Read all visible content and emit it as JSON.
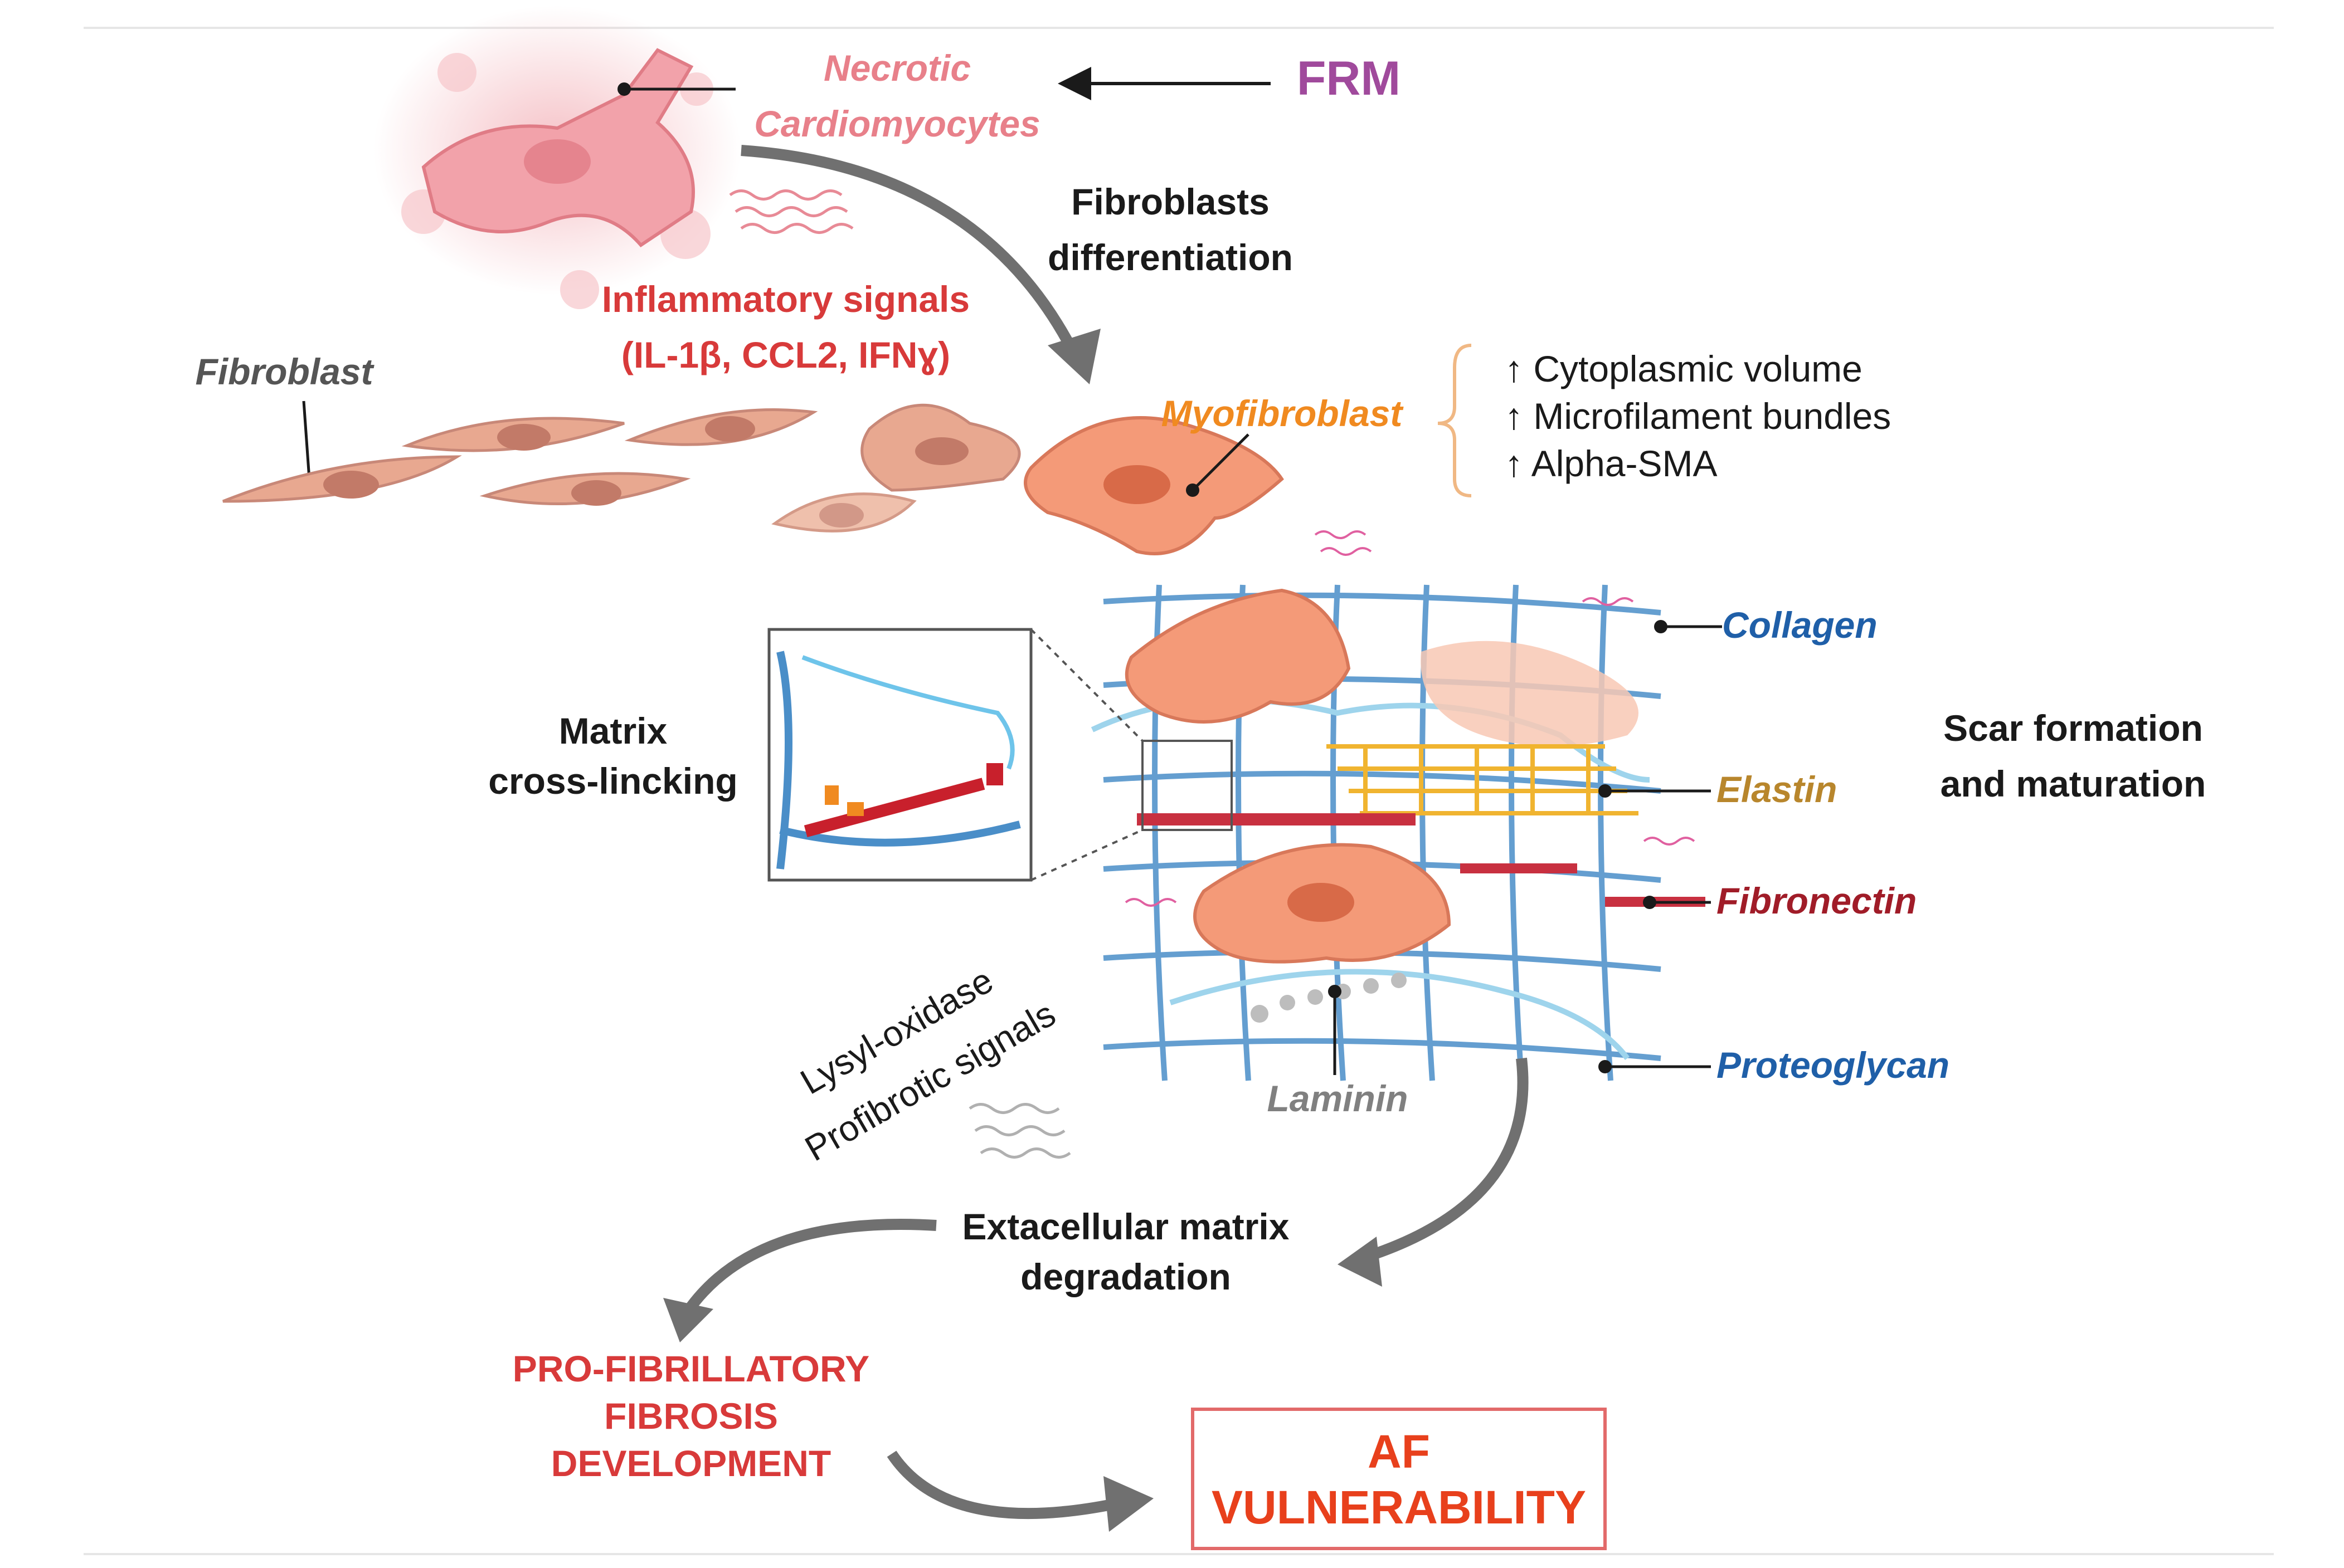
{
  "labels": {
    "frm": "FRM",
    "necrotic_line1": "Necrotic",
    "necrotic_line2": "Cardiomyocytes",
    "fibro_diff_line1": "Fibroblasts",
    "fibro_diff_line2": "differentiation",
    "inflam_line1": "Inflammatory signals",
    "inflam_line2": "(IL-1β, CCL2, IFNɣ)",
    "fibroblast": "Fibroblast",
    "myofibroblast": "Myofibroblast",
    "features": [
      "↑ Cytoplasmic volume",
      "↑ Microfilament bundles",
      "↑ Alpha-SMA"
    ],
    "matrix_cl_line1": "Matrix",
    "matrix_cl_line2": "cross-lincking",
    "scar_line1": "Scar formation",
    "scar_line2": "and maturation",
    "collagen": "Collagen",
    "elastin": "Elastin",
    "fibronectin": "Fibronectin",
    "proteoglycan": "Proteoglycan",
    "laminin": "Laminin",
    "lysyl_line1": "Lysyl-oxidase",
    "lysyl_line2": "Profibrotic signals",
    "ecm_line1": "Extacellular matrix",
    "ecm_line2": "degradation",
    "profib_line1": "PRO-FIBRILLATORY",
    "profib_line2": "FIBROSIS",
    "profib_line3": "DEVELOPMENT",
    "af_line1": "AF",
    "af_line2": "VULNERABILITY"
  },
  "colors": {
    "frm": "#a04a9c",
    "necrotic": "#e8808a",
    "inflammatory": "#d83a3a",
    "myofibroblast": "#f08a20",
    "collagen": "#1f5fa8",
    "elastin": "#b8862c",
    "fibronectin": "#a01c28",
    "proteoglycan": "#1f5fa8",
    "laminin": "#808080",
    "profibrillatory": "#d83a3a",
    "af": "#e8401c",
    "af_border": "#e26a6a",
    "text_dark": "#1a1a1a"
  }
}
